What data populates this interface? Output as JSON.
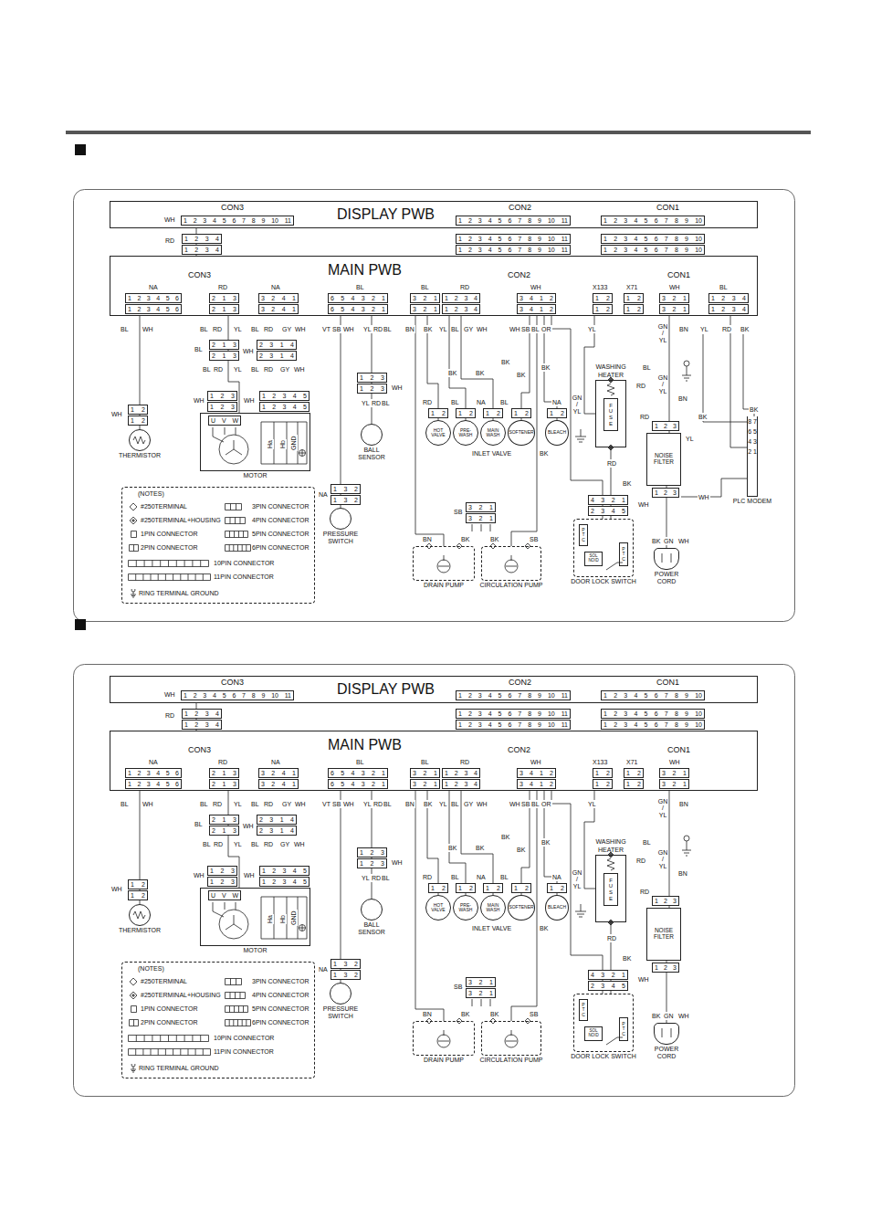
{
  "diagram": {
    "nodes": [
      {
        "text": [
          "DISPLAY PWB"
        ]
      },
      {
        "text": [
          "MAIN PWB"
        ]
      },
      {
        "text": [
          "THERMISTOR"
        ]
      },
      {
        "text": [
          "MOTOR"
        ]
      },
      {
        "text": [
          "BALL SENSOR"
        ]
      },
      {
        "text": [
          "PRESSURE SWITCH"
        ]
      },
      {
        "text": [
          "HOT VALVE"
        ]
      },
      {
        "text": [
          "PRE- WASH"
        ]
      },
      {
        "text": [
          "MAIN WASH"
        ]
      },
      {
        "text": [
          "SOFTENER"
        ]
      },
      {
        "text": [
          "BLEACH"
        ]
      },
      {
        "text": [
          "WASHING HEATER"
        ]
      },
      {
        "text": [
          "FUSE"
        ],
        "in": 11
      },
      {
        "text": [
          "NOISE FILTER"
        ]
      },
      {
        "text": [
          "PLC MODEM"
        ]
      },
      {
        "text": [
          "DRAIN PUMP"
        ]
      },
      {
        "text": [
          "CIRCULATION PUMP"
        ]
      },
      {
        "text": [
          "DOOR LOCK SWITCH"
        ]
      },
      {
        "text": [
          "SOL NOID"
        ],
        "in": 17
      },
      {
        "text": [
          "PTC"
        ],
        "in": 17
      },
      {
        "text": [
          "PTC"
        ],
        "in": 17
      },
      {
        "text": [
          "POWER CORD"
        ]
      },
      {
        "text": [
          "(NOTES)"
        ]
      },
      {
        "text": [
          "DISPLAY PWB"
        ]
      },
      {
        "text": [
          "MAIN PWB"
        ]
      },
      {
        "text": [
          "THERMISTOR"
        ]
      },
      {
        "text": [
          "MOTOR"
        ]
      },
      {
        "text": [
          "BALL SENSOR"
        ]
      },
      {
        "text": [
          "PRESSURE SWITCH"
        ]
      },
      {
        "text": [
          "HOT VALVE"
        ]
      },
      {
        "text": [
          "PRE- WASH"
        ]
      },
      {
        "text": [
          "MAIN WASH"
        ]
      },
      {
        "text": [
          "SOFTENER"
        ]
      },
      {
        "text": [
          "BLEACH"
        ]
      },
      {
        "text": [
          "WASHING HEATER"
        ]
      },
      {
        "text": [
          "FUSE"
        ],
        "in": 34
      },
      {
        "text": [
          "NOISE FILTER"
        ]
      },
      {
        "text": [
          "DRAIN PUMP"
        ]
      },
      {
        "text": [
          "CIRCULATION PUMP"
        ]
      },
      {
        "text": [
          "DOOR LOCK SWITCH"
        ]
      },
      {
        "text": [
          "SOL NOID"
        ],
        "in": 39
      },
      {
        "text": [
          "PTC"
        ],
        "in": 39
      },
      {
        "text": [
          "PTC"
        ],
        "in": 39
      },
      {
        "text": [
          "POWER CORD"
        ]
      },
      {
        "text": [
          "(NOTES)"
        ]
      }
    ],
    "edges": [
      {
        "from": 0,
        "to": 1,
        "arrow": "none"
      },
      {
        "from": 1,
        "to": 2,
        "arrow": "none"
      },
      {
        "from": 1,
        "to": 3,
        "arrow": "none"
      },
      {
        "from": 1,
        "to": 4,
        "arrow": "none"
      },
      {
        "from": 1,
        "to": 5,
        "arrow": "none"
      },
      {
        "from": 1,
        "to": 6,
        "arrow": "none"
      },
      {
        "from": 1,
        "to": 7,
        "arrow": "none"
      },
      {
        "from": 1,
        "to": 8,
        "arrow": "none"
      },
      {
        "from": 1,
        "to": 9,
        "arrow": "none"
      },
      {
        "from": 1,
        "to": 10,
        "arrow": "none"
      },
      {
        "from": 1,
        "to": 11,
        "arrow": "none"
      },
      {
        "from": 1,
        "to": 13,
        "arrow": "none"
      },
      {
        "from": 1,
        "to": 14,
        "arrow": "none"
      },
      {
        "from": 1,
        "to": 15,
        "arrow": "none"
      },
      {
        "from": 1,
        "to": 16,
        "arrow": "none"
      },
      {
        "from": 1,
        "to": 17,
        "arrow": "none"
      },
      {
        "from": 11,
        "to": 17,
        "arrow": "none"
      },
      {
        "from": 13,
        "to": 21,
        "arrow": "none"
      },
      {
        "from": 23,
        "to": 24,
        "arrow": "none"
      },
      {
        "from": 24,
        "to": 25,
        "arrow": "none"
      },
      {
        "from": 24,
        "to": 26,
        "arrow": "none"
      },
      {
        "from": 24,
        "to": 27,
        "arrow": "none"
      },
      {
        "from": 24,
        "to": 28,
        "arrow": "none"
      },
      {
        "from": 24,
        "to": 29,
        "arrow": "none"
      },
      {
        "from": 24,
        "to": 30,
        "arrow": "none"
      },
      {
        "from": 24,
        "to": 31,
        "arrow": "none"
      },
      {
        "from": 24,
        "to": 32,
        "arrow": "none"
      },
      {
        "from": 24,
        "to": 33,
        "arrow": "none"
      },
      {
        "from": 24,
        "to": 34,
        "arrow": "none"
      },
      {
        "from": 24,
        "to": 36,
        "arrow": "none"
      },
      {
        "from": 24,
        "to": 37,
        "arrow": "none"
      },
      {
        "from": 24,
        "to": 38,
        "arrow": "none"
      },
      {
        "from": 24,
        "to": 39,
        "arrow": "none"
      },
      {
        "from": 34,
        "to": 39,
        "arrow": "none"
      },
      {
        "from": 36,
        "to": 43,
        "arrow": "none"
      }
    ],
    "labels": [
      "CON3",
      "WH",
      "1 2 3 4 5 6 7 8 9 10 11",
      "CON2",
      "1 2 3 4 5 6 7 8 9 10 11",
      "CON1",
      "1 2 3 4 5 6 7 8 9 10",
      "RD",
      "1 2 3 4",
      "1 2 3 4",
      "1 2 3 4 5 6 7 8 9 10 11",
      "1 2 3 4 5 6 7 8 9 10 11",
      "1 2 3 4 5 6 7 8 9 10",
      "1 2 3 4 5 6 7 8 9 10",
      "CON3",
      "CON2",
      "CON1",
      "NA",
      "RD",
      "NA",
      "BL",
      "BL",
      "RD",
      "WH",
      "X133",
      "X71",
      "WH",
      "1 2 3 4 5 6",
      "1 2 3 4 5 6",
      "2 1 3",
      "2 1 3",
      "3 2 4 1",
      "3 2 4 1",
      "6 5 4 3 2 1",
      "6 5 4 3 2 1",
      "3 2 1",
      "3 2 1",
      "1 2 3 4",
      "1 2 3 4",
      "3 4 1 2",
      "3 4 1 2",
      "1 2",
      "1 2",
      "1 2",
      "1 2",
      "3 2 1",
      "3 2 1",
      "BL",
      "WH",
      "BL",
      "RD",
      "YL",
      "BL",
      "RD",
      "GY",
      "WH",
      "VT",
      "SB",
      "WH",
      "YL",
      "RD",
      "BL",
      "BN",
      "BK",
      "YL",
      "BL",
      "GY",
      "WH",
      "WH",
      "SB",
      "BL",
      "OR",
      "YL",
      "GN / YL",
      "BN",
      "BL",
      "2 1 3",
      "2 1 3",
      "BL",
      "RD",
      "YL",
      "WH",
      "2 3 1 4",
      "2 3 1 4",
      "BL",
      "RD",
      "GY",
      "WH",
      "WH",
      "1 2 3",
      "1 2 3",
      "WH",
      "1 2 3 4 5",
      "1 2 3 4 5",
      "U V W",
      "Ha",
      "Hb",
      "GND",
      "WH",
      "1 2",
      "1 2",
      "1 2 3",
      "1 2 3",
      "WH",
      "YL",
      "RD",
      "BL",
      "NA",
      "1 3 2",
      "1 3 2",
      "BK",
      "BK",
      "BK",
      "BK",
      "BK",
      "RD",
      "BL",
      "NA",
      "BL",
      "NA",
      "1 2",
      "1 2",
      "1 2",
      "1 2",
      "1 2",
      "INLET VALVE",
      "BK",
      "GN / YL",
      "RD",
      "BL",
      "RD",
      "BK",
      "4 3 2 1",
      "2 3 4 5",
      "SB",
      "3 2 1",
      "3 2 1",
      "BN",
      "BK",
      "BK",
      "SB",
      "GN / YL",
      "BN",
      "RD",
      "1 2 3",
      "1 2 3",
      "WH",
      "BK",
      "GN",
      "WH",
      "BL",
      "1 2 3 4",
      "1 2 3 4",
      "YL",
      "RD",
      "BK",
      "BK",
      "BK",
      "YL",
      "WH",
      "8 7 6 5 4 3 2 1",
      "CON3",
      "WH",
      "1 2 3 4 5 6 7 8 9 10 11",
      "CON2",
      "1 2 3 4 5 6 7 8 9 10 11",
      "CON1",
      "1 2 3 4 5 6 7 8 9 10",
      "RD",
      "1 2 3 4",
      "1 2 3 4",
      "1 2 3 4 5 6 7 8 9 10 11",
      "1 2 3 4 5 6 7 8 9 10 11",
      "1 2 3 4 5 6 7 8 9 10",
      "1 2 3 4 5 6 7 8 9 10",
      "CON3",
      "CON2",
      "CON1",
      "NA",
      "RD",
      "NA",
      "BL",
      "BL",
      "RD",
      "WH",
      "X133",
      "X71",
      "WH",
      "1 2 3 4 5 6",
      "1 2 3 4 5 6",
      "2 1 3",
      "2 1 3",
      "3 2 4 1",
      "3 2 4 1",
      "6 5 4 3 2 1",
      "6 5 4 3 2 1",
      "3 2 1",
      "3 2 1",
      "1 2 3 4",
      "1 2 3 4",
      "3 4 1 2",
      "3 4 1 2",
      "1 2",
      "1 2",
      "1 2",
      "1 2",
      "3 2 1",
      "3 2 1",
      "BL",
      "WH",
      "BL",
      "RD",
      "YL",
      "BL",
      "RD",
      "GY",
      "WH",
      "VT",
      "SB",
      "WH",
      "YL",
      "RD",
      "BL",
      "BN",
      "BK",
      "YL",
      "BL",
      "GY",
      "WH",
      "WH",
      "SB",
      "BL",
      "OR",
      "YL",
      "GN / YL",
      "BN",
      "BL",
      "2 1 3",
      "2 1 3",
      "BL",
      "RD",
      "YL",
      "WH",
      "2 3 1 4",
      "2 3 1 4",
      "BL",
      "RD",
      "GY",
      "WH",
      "WH",
      "1 2 3",
      "1 2 3",
      "WH",
      "1 2 3 4 5",
      "1 2 3 4 5",
      "U V W",
      "Ha",
      "Hb",
      "GND",
      "WH",
      "1 2",
      "1 2",
      "1 2 3",
      "1 2 3",
      "WH",
      "YL",
      "RD",
      "BL",
      "NA",
      "1 3 2",
      "1 3 2",
      "BK",
      "BK",
      "BK",
      "BK",
      "BK",
      "RD",
      "BL",
      "NA",
      "BL",
      "NA",
      "1 2",
      "1 2",
      "1 2",
      "1 2",
      "1 2",
      "INLET VALVE",
      "BK",
      "GN / YL",
      "RD",
      "BL",
      "RD",
      "BK",
      "4 3 2 1",
      "2 3 4 5",
      "SB",
      "3 2 1",
      "3 2 1",
      "BN",
      "BK",
      "BK",
      "SB",
      "GN / YL",
      "BN",
      "RD",
      "1 2 3",
      "1 2 3",
      "WH",
      "BK",
      "GN",
      "WH"
    ],
    "legend": [
      {
        "text": "#250TERMINAL"
      },
      {
        "text": "3PIN CONNECTOR"
      },
      {
        "text": "#250TERMINAL+HOUSING"
      },
      {
        "text": "4PIN CONNECTOR"
      },
      {
        "text": "1PIN CONNECTOR"
      },
      {
        "text": "5PIN CONNECTOR"
      },
      {
        "text": "2PIN CONNECTOR"
      },
      {
        "text": "6PIN CONNECTOR"
      },
      {
        "text": "10PIN CONNECTOR"
      },
      {
        "text": "11PIN CONNECTOR"
      },
      {
        "text": "RING TERMINAL GROUND"
      },
      {
        "text": "#250TERMINAL"
      },
      {
        "text": "3PIN CONNECTOR"
      },
      {
        "text": "#250TERMINAL+HOUSING"
      },
      {
        "text": "4PIN CONNECTOR"
      },
      {
        "text": "1PIN CONNECTOR"
      },
      {
        "text": "5PIN CONNECTOR"
      },
      {
        "text": "2PIN CONNECTOR"
      },
      {
        "text": "6PIN CONNECTOR"
      },
      {
        "text": "10PIN CONNECTOR"
      },
      {
        "text": "11PIN CONNECTOR"
      },
      {
        "text": "RING TERMINAL GROUND"
      }
    ]
  }
}
